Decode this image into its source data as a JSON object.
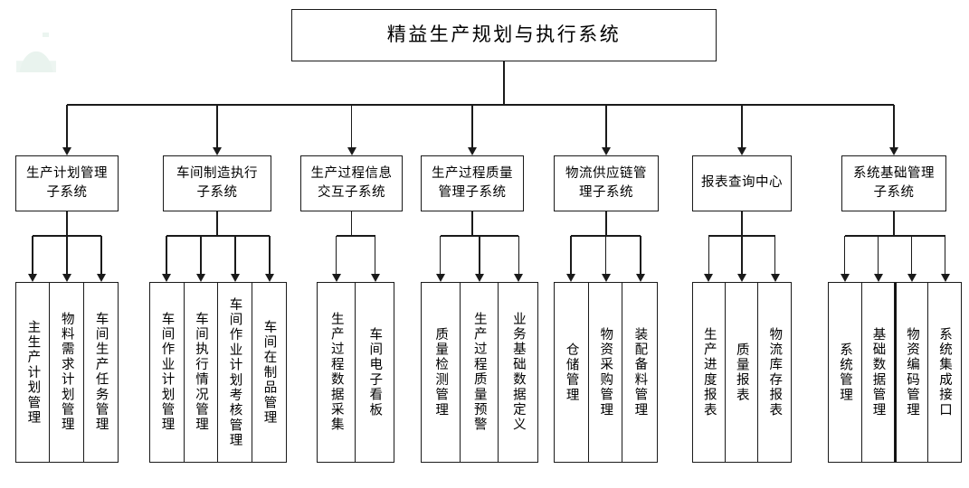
{
  "diagram": {
    "type": "system-architecture-tree",
    "root": {
      "label": "精益生产规划与执行系统"
    },
    "level2": [
      {
        "id": "prod-plan",
        "label": "生产计划管理\n子系统"
      },
      {
        "id": "shopfloor-exec",
        "label": "车间制造执行\n子系统"
      },
      {
        "id": "process-info",
        "label": "生产过程信息\n交互子系统"
      },
      {
        "id": "process-quality",
        "label": "生产过程质量\n管理子系统"
      },
      {
        "id": "logistics-scm",
        "label": "物流供应链管\n理子系统"
      },
      {
        "id": "report-center",
        "label": "报表查询中心"
      },
      {
        "id": "system-base",
        "label": "系统基础管理\n子系统"
      }
    ],
    "groups": [
      {
        "parent": "prod-plan",
        "items": [
          {
            "label": "主生产计划管理"
          },
          {
            "label": "物料需求计划管理"
          },
          {
            "label": "车间生产任务管理"
          }
        ]
      },
      {
        "parent": "shopfloor-exec",
        "items": [
          {
            "label": "车间作业计划管理"
          },
          {
            "label": "车间执行情况管理"
          },
          {
            "label": "车间作业计划考核管理"
          },
          {
            "label": "车间在制品管理"
          }
        ]
      },
      {
        "parent": "process-info",
        "items": [
          {
            "label": "生产过程数据采集"
          },
          {
            "label": "车间电子看板"
          }
        ]
      },
      {
        "parent": "process-quality",
        "items": [
          {
            "label": "质量检测管理"
          },
          {
            "label": "生产过程质量预警"
          },
          {
            "label": "业务基础数据定义"
          }
        ]
      },
      {
        "parent": "logistics-scm",
        "items": [
          {
            "label": "仓储管理"
          },
          {
            "label": "物资采购管理"
          },
          {
            "label": "装配备料管理"
          }
        ]
      },
      {
        "parent": "report-center",
        "items": [
          {
            "label": "生产进度报表"
          },
          {
            "label": "质量报表"
          },
          {
            "label": "物流库存报表"
          }
        ]
      },
      {
        "parent": "system-base",
        "items": [
          {
            "label": "系统管理"
          },
          {
            "label": "基础数据管理"
          },
          {
            "label": "物资编码管理"
          },
          {
            "label": "系统集成接口"
          }
        ]
      }
    ],
    "colors": {
      "line": "#1a1a1a",
      "box_border": "#1a1a1a",
      "box_fill": "#ffffff",
      "background": "#ffffff",
      "watermark": "#e6f2ec"
    }
  }
}
